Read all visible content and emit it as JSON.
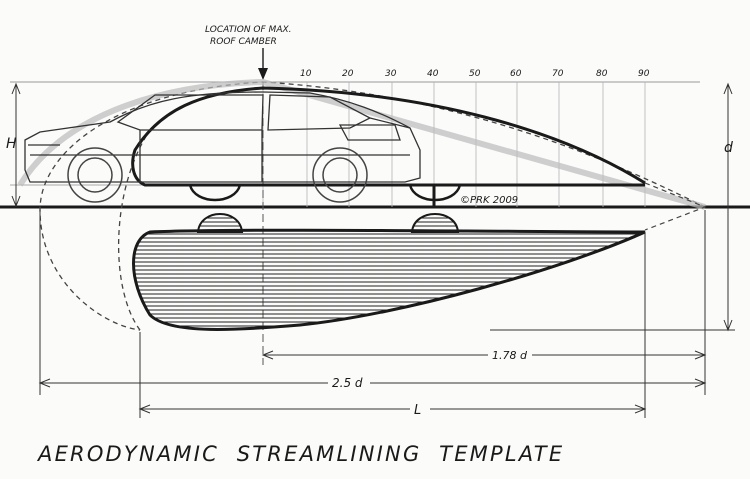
{
  "annotations": {
    "max_camber_line1": "LOCATION OF MAX.",
    "max_camber_line2": "ROOF CAMBER",
    "copyright": "©PRK 2009"
  },
  "scale_ticks": [
    "10",
    "20",
    "30",
    "40",
    "50",
    "60",
    "70",
    "80",
    "90"
  ],
  "dimensions": {
    "height_label": "H",
    "depth_label": "d",
    "dim_178": "1.78 d",
    "dim_25": "2.5 d",
    "dim_L": "L"
  },
  "title": "AERODYNAMIC  STREAMLINING  TEMPLATE",
  "colors": {
    "ink": "#1a1a1a",
    "paper": "#fbfbfa",
    "shadow_hatch": "#222222"
  }
}
